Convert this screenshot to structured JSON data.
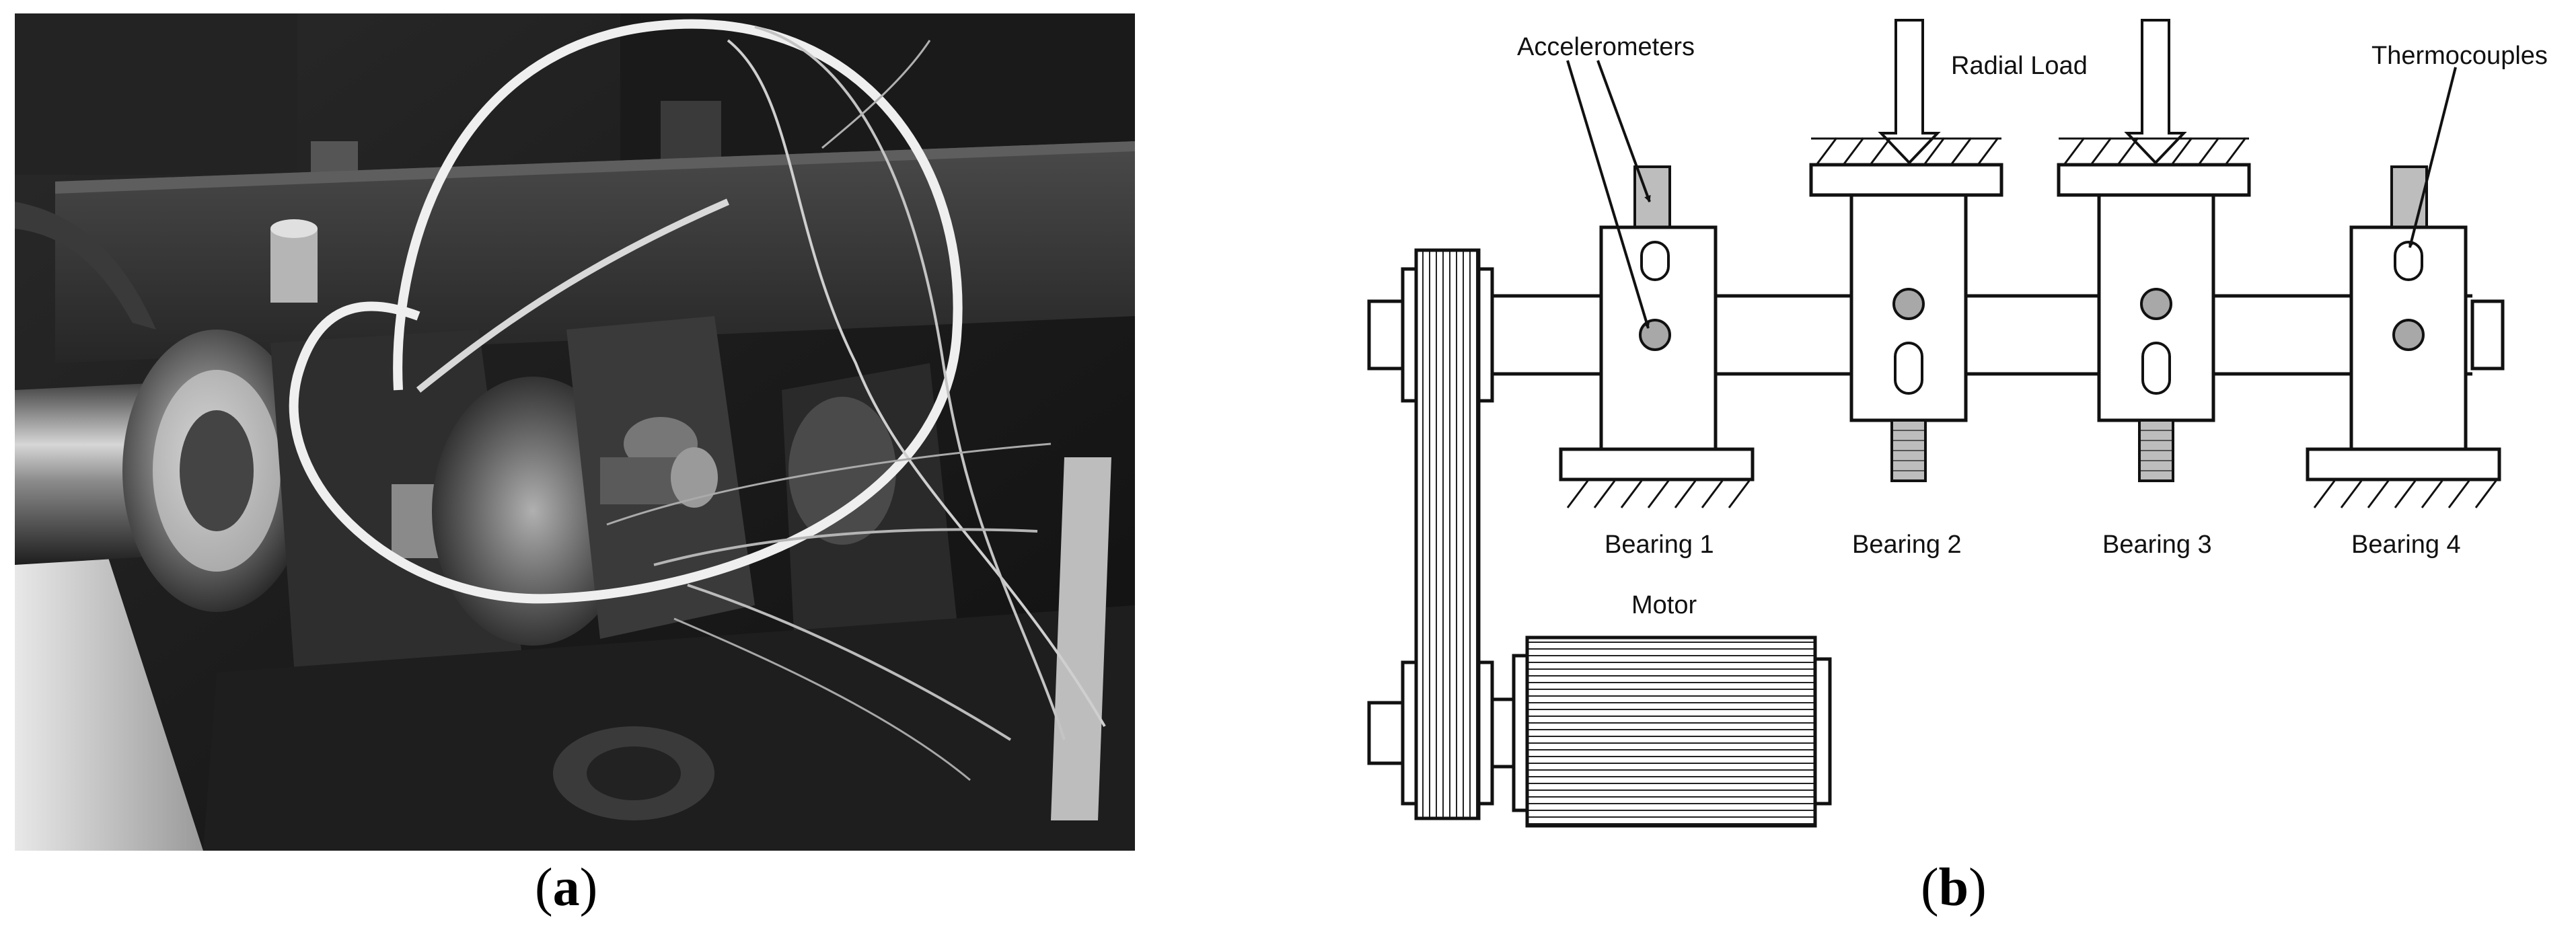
{
  "figure": {
    "panel_a": {
      "caption_open": "(",
      "caption_letter": "a",
      "caption_close": ")",
      "content": "photograph"
    },
    "panel_b": {
      "caption_open": "(",
      "caption_letter": "b",
      "caption_close": ")",
      "labels": {
        "accelerometers": "Accelerometers",
        "radial_load": "Radial Load",
        "thermocouples": "Thermocouples",
        "motor": "Motor",
        "bearings": [
          "Bearing 1",
          "Bearing 2",
          "Bearing 3",
          "Bearing 4"
        ]
      }
    }
  },
  "colors": {
    "line": "#111111",
    "sensor_fill": "#a8a8a8",
    "stud_fill": "#c8c8c8"
  }
}
